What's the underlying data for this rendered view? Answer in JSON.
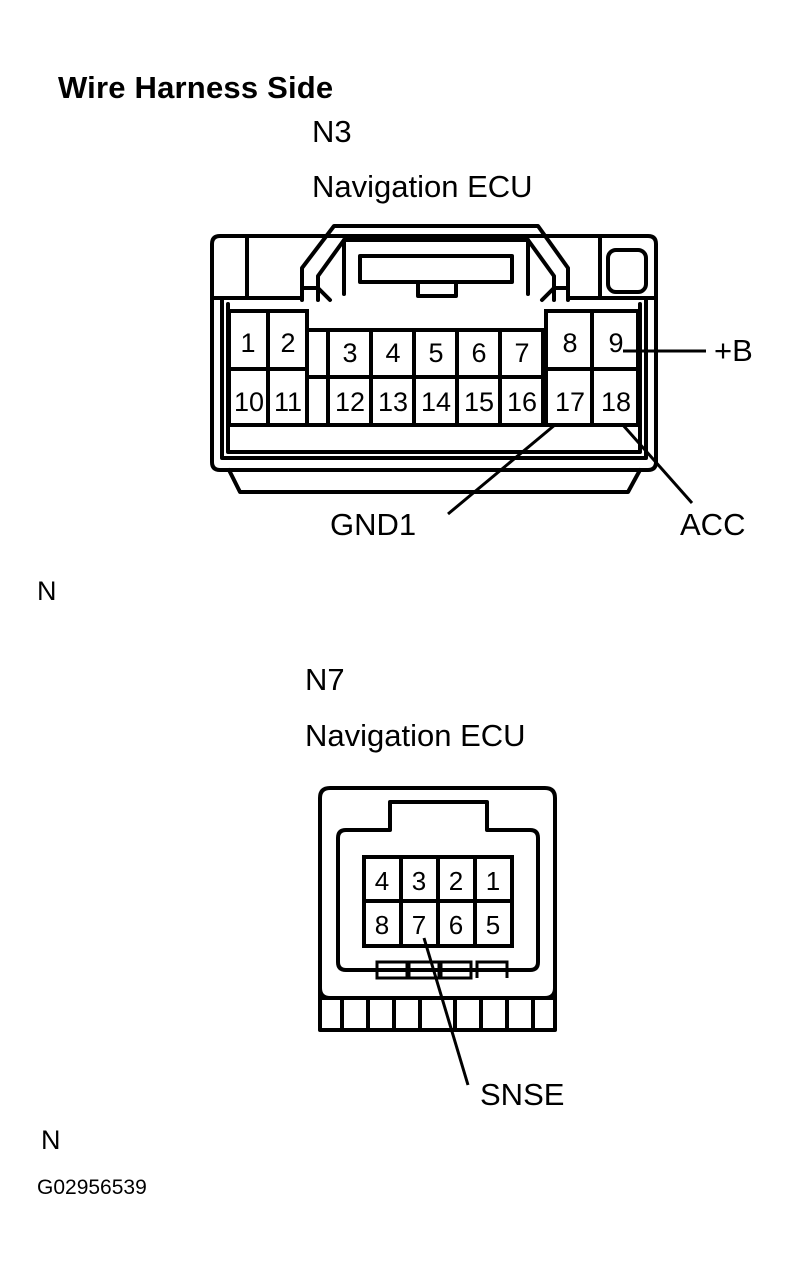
{
  "page": {
    "title": "Wire Harness Side",
    "reference_code": "G02956539",
    "markers": {
      "upper": "N",
      "lower": "N"
    }
  },
  "connectors": [
    {
      "id": "n3",
      "code": "N3",
      "name": "Navigation ECU",
      "pin_count": 18,
      "rows": [
        [
          "1",
          "2",
          "3",
          "4",
          "5",
          "6",
          "7",
          "8",
          "9"
        ],
        [
          "10",
          "11",
          "12",
          "13",
          "14",
          "15",
          "16",
          "17",
          "18"
        ]
      ],
      "labels": [
        {
          "name": "plus-b",
          "text": "+B",
          "pin": "9"
        },
        {
          "name": "gnd1",
          "text": "GND1",
          "pin": "17"
        },
        {
          "name": "acc",
          "text": "ACC",
          "pin": "18"
        }
      ]
    },
    {
      "id": "n7",
      "code": "N7",
      "name": "Navigation ECU",
      "pin_count": 8,
      "rows": [
        [
          "4",
          "3",
          "2",
          "1"
        ],
        [
          "8",
          "7",
          "6",
          "5"
        ]
      ],
      "labels": [
        {
          "name": "snse",
          "text": "SNSE",
          "pin": "7"
        }
      ]
    }
  ],
  "colors": {
    "ink": "#000000",
    "paper": "#ffffff"
  }
}
